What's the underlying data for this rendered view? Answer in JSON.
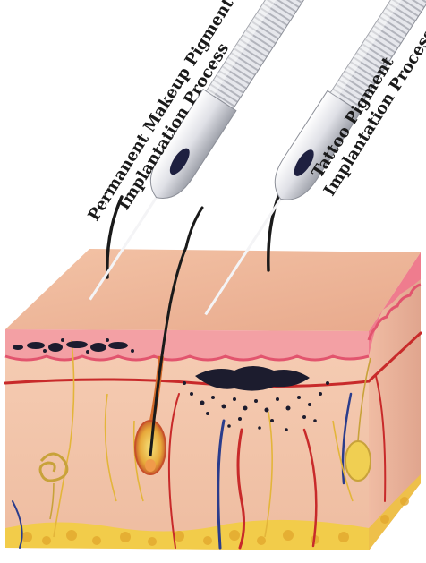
{
  "labels": {
    "pmu_line1": "Permanent Makeup Pigment",
    "pmu_line2": "Implantation Process",
    "tattoo_line1": "Tattoo Pigment",
    "tattoo_line2": "Implantation Process"
  },
  "colors": {
    "skin_top": "#efb79a",
    "skin_front": "#f2c2a8",
    "skin_side": "#e9b29a",
    "epidermis": "#f2909a",
    "epidermis_edge": "#e2546e",
    "pigment": "#1c1c2e",
    "fat": "#f0c83c",
    "needle_body": "#dcdde2",
    "needle_tip_dark": "#1e2040",
    "hair": "#1a1a1a",
    "vessel_red": "#c82a2a",
    "vessel_blue": "#2a3c8c",
    "nerve": "#e0b23c"
  },
  "icons": [
    "pmu-needle-icon",
    "tattoo-needle-icon",
    "hair-follicle-icon",
    "sweat-gland-icon"
  ]
}
